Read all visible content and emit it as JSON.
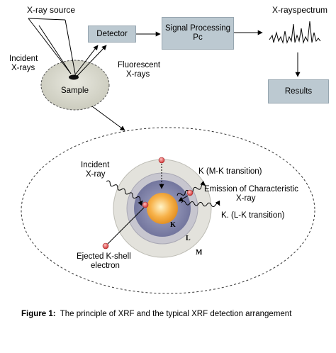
{
  "source_label": "X-ray source",
  "incident_xrays_label": [
    "Incident",
    "X-rays"
  ],
  "sample_label": "Sample",
  "detector_label": "Detector",
  "fluorescent_label": [
    "Fluorescent",
    "X-rays"
  ],
  "signal_processing_label": [
    "Signal Processing",
    "Pc"
  ],
  "spectrum_title": "X-rayspectrum",
  "results_label": "Results",
  "atom": {
    "incident_label": [
      "Incident",
      "X-ray"
    ],
    "k_mk_label": "K (M-K transition)",
    "emission_label": [
      "Emission of Characteristic",
      "X-ray"
    ],
    "k_lk_label": "K. (L-K transition)",
    "ejected_label": [
      "Ejected K-shell",
      "electron"
    ],
    "shell_k": "K",
    "shell_l": "L",
    "shell_m": "M"
  },
  "caption": {
    "prefix": "Figure 1:",
    "text": "The principle of XRF and the typical XRF detection arrangement"
  },
  "colors": {
    "box_fill": "#bcc9d1",
    "sample_fill": "#d9d9cc",
    "core": "#f7b24a",
    "k_shell": "#7c7fa6",
    "l_shell": "#c7c6cf",
    "m_shell": "#e3e2dc",
    "electron": "#e35a5a"
  }
}
